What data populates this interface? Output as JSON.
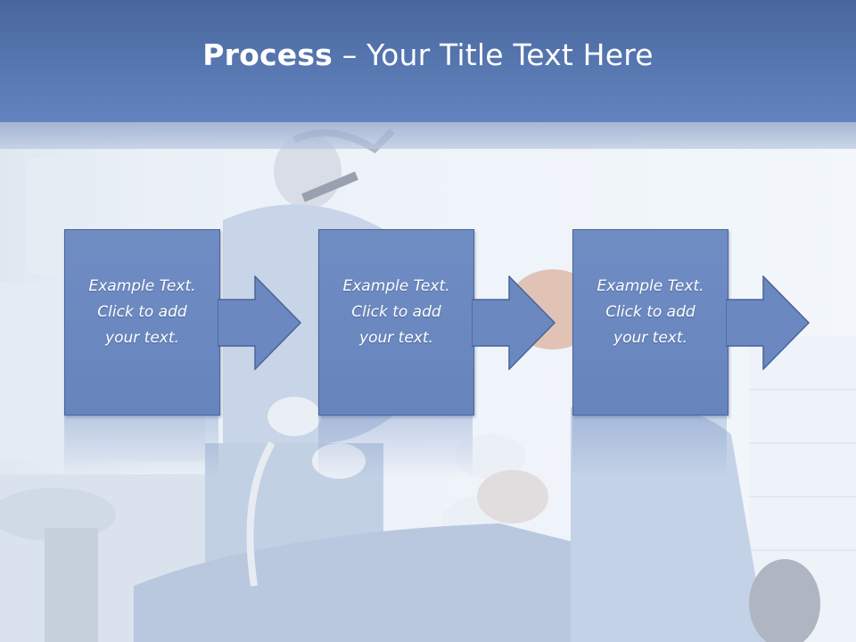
{
  "slide": {
    "title_bold": "Process",
    "title_rest": " – Your Title Text Here"
  },
  "steps": [
    {
      "line1": "Example Text.",
      "line2": "Click  to add",
      "line3": "your text."
    },
    {
      "line1": "Example Text.",
      "line2": "Click  to add",
      "line3": "your text."
    },
    {
      "line1": "Example Text.",
      "line2": "Click  to add",
      "line3": "your text."
    }
  ],
  "colors": {
    "title_bar": "#5777b1",
    "box_fill": "#6d8ac2",
    "box_border": "#4a6497",
    "text": "#ffffff"
  },
  "icons": {
    "arrow": "right-arrow-icon"
  }
}
